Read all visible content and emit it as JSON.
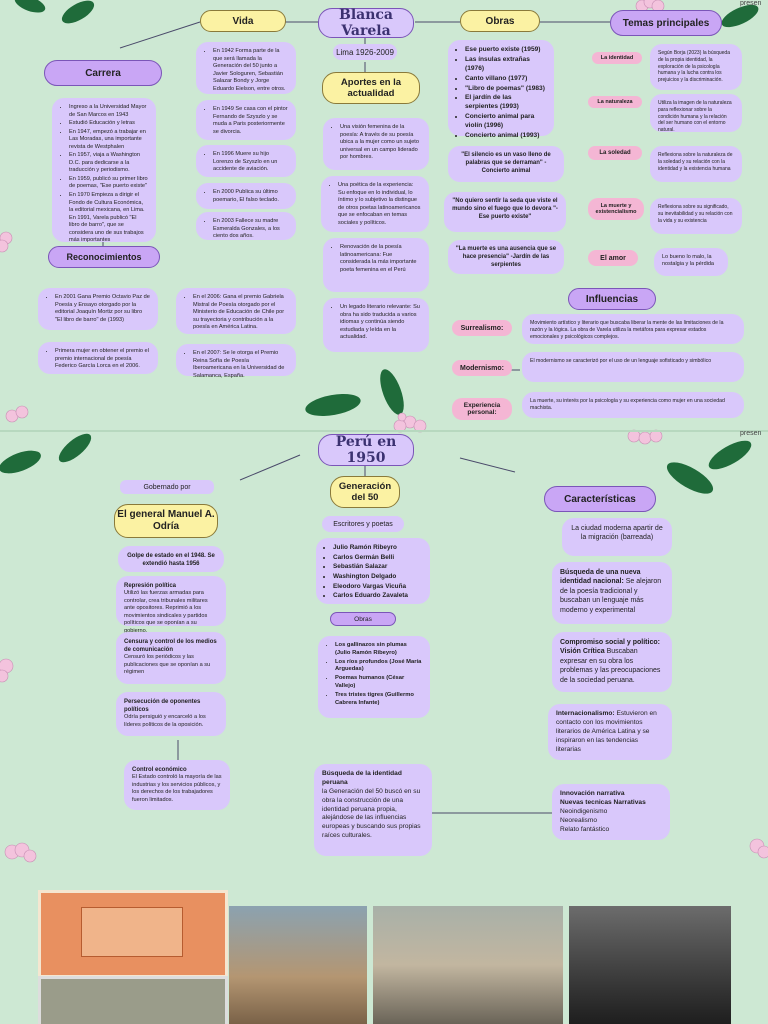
{
  "top": {
    "title": "Blanca Varela",
    "vida": "Vida",
    "obras": "Obras",
    "temas": "Temas principales",
    "carrera": "Carrera",
    "lima": "Lima 1926-2009",
    "aportes": "Aportes en la actualidad",
    "reconocimientos": "Reconocimientos",
    "influencias": "Influencias",
    "corner_text": "presen"
  },
  "carrera_items": [
    "Ingreso a la Universidad Mayor de San Marcos en 1943",
    "Estudió Educación y letras",
    "En 1947, empezó a trabajar en Las Moradas, una importante revista de Westphalen",
    "En 1957, viaja a Washington D.C. para dedicarse a la traducción y periodismo.",
    "En 1959, publicó su primer libro de poemas, \"Ese puerto existe\"",
    "En 1970 Empieza a dirigir el Fondo de Cultura Económica, la editorial mexicana, en Lima. En 1991, Varela publicó \"El libro de barro\", que se considera uno de sus trabajos más importantes"
  ],
  "vida_items": [
    "En 1942 Forma parte de la que será llamada la Generación del 50 junto a Javier Sologuren, Sebastián Salazar Bondy y Jorge Eduardo Eielson, entre otros.",
    "En 1949 Se casa con el pintor Fernando de Szyszlo y se muda a Paris posteriormente se divorcia.",
    "En 1996 Muere su hijo Lorenzo de Szyszlo en un accidente de aviación.",
    "En 2000 Publica su último poemario, El falso teclado.",
    "En 2003 Fallece su madre Esmeralda Gonzales, a los ciento dos años."
  ],
  "obras_items": [
    "Ese puerto existe (1959)",
    "Las ínsulas extrañas (1976)",
    "Canto villano (1977)",
    "\"Libro de poemas\" (1983)",
    "El jardín de las serpientes (1993)",
    "Concierto animal para violín (1996)",
    "Concierto animal (1993)"
  ],
  "quotes": [
    "\"El silencio es un vaso lleno de palabras que se derraman\" -Concierto animal",
    "\"No quiero sentir la seda que viste el mundo sino el fuego que lo devora \"-Ese puerto existe\"",
    "\"La muerte es una ausencia que se hace presencia\" -Jardín de las serpientes"
  ],
  "aportes_items": [
    "Una visión femenina de la poesía: A través de su poesía ubica a la mujer como un sujeto universal en un campo liderado por hombres.",
    "Una poética de la experiencia: Su enfoque en lo individual, lo íntimo y lo subjetivo la distingue de otros poetas latinoamericanos que se enfocaban en temas sociales y políticos.",
    "Renovación de la poesía latinoamericana: Fue considerada la más importante poeta femenina en el Perú",
    "Un legado literario relevante: Su obra ha sido traducida a varios idiomas y continúa siendo estudiada y leída en la actualidad."
  ],
  "reconocimientos_items": [
    "En 2001 Gana Premio Octavio Paz de Poesía y Ensayo otorgado por la editorial Joaquín Mortiz por su libro \"El libro de barro\" de (1993)",
    "Primera mujer en obtener el premio el premio internacional de poesía Federico García Lorca en el 2006.",
    "En el 2006: Gana el premio Gabriela Mistral de Poesía otorgado por el Ministerio de Educación de Chile por su trayectoria y contribución a la poesía en América Latina.",
    "En el 2007: Se le otorga el Premio Reina Sofía de Poesía Iberoamericana en la Universidad de Salamanca, España."
  ],
  "temas": [
    {
      "label": "La identidad",
      "desc": "Según Borja (2023) la búsqueda de la propia identidad, la exploración de la psicología humana y la lucha contra los prejuicios y la discriminación."
    },
    {
      "label": "La naturaleza",
      "desc": "Utiliza la imagen de la naturaleza para reflexionar sobre la condición humana y la relación del ser humano con el entorno natural."
    },
    {
      "label": "La soledad",
      "desc": "Reflexiona sobre la naturaleza de la soledad y su relación con la identidad y la existencia humana"
    },
    {
      "label": "La muerte y existencialismo",
      "desc": "Reflexiona sobre su significado, su inevitabilidad y su relación con la vida y su existencia"
    },
    {
      "label": "El amor",
      "desc": "Lo bueno lo malo, la nostalgia y la pérdida"
    }
  ],
  "influencias": [
    {
      "label": "Surrealismo:",
      "desc": "Movimiento artístico y literario que buscaba liberar la mente de las limitaciones de la razón y la lógica. La obra de Varela utiliza la metáfora para expresar estados emocionales y psicológicos complejos."
    },
    {
      "label": "Modernismo:",
      "desc": "El modernismo se caracterizó por el uso de un lenguaje sofisticado y simbólico"
    },
    {
      "label": "Experiencia personal:",
      "desc": "La muerte, su interés por la psicología y su experiencia como mujer en una sociedad machista."
    }
  ],
  "bottom": {
    "title": "Perú en 1950",
    "gobernado": "Gobernado por",
    "general": "El general Manuel A. Odría",
    "golpe": "Golpe de estado en el 1948. Se extendió hasta 1956",
    "generacion": "Generación del 50",
    "escritores": "Escritores y poetas",
    "obras": "Obras",
    "caracteristicas": "Características",
    "ciudad": "La ciudad moderna apartir de la migración (barreada)"
  },
  "odria_items": [
    {
      "title": "Represión política",
      "text": "Utilizó las fuerzas armadas para controlar, crea tribunales militares ante opositores. Reprimió a los movimientos sindicales y partidos políticos que se oponían a su gobierno."
    },
    {
      "title": "Censura y control de los medios de comunicación",
      "text": "Censuró los periódicos y las publicaciones que se oponían a su régimen"
    },
    {
      "title": "Persecución de oponentes políticos",
      "text": "Odría persiguió y encarceló a los líderes políticos de la oposición."
    },
    {
      "title": "Control económico",
      "text": "El Estado controló la mayoría de las industrias y los servicios públicos, y los derechos de los trabajadores fueron limitados."
    }
  ],
  "escritores_list": [
    "Julio Ramón Ribeyro",
    "Carlos Germán Belli",
    "Sebastián Salazar",
    "Washington Delgado",
    "Eleodoro Vargas Vicuña",
    "Carlos Eduardo Zavaleta"
  ],
  "obras_list": [
    "Los gallinazos sin plumas (Julio Ramón Ribeyro)",
    "Los ríos profundos (José María Arguedas)",
    "Poemas humanos (César Vallejo)",
    "Tres tristes tigres (Guillermo Cabrera Infante)"
  ],
  "busqueda_peruana": {
    "title": "Búsqueda de la identidad peruana",
    "text": "la Generación del 50 buscó en su obra la construcción de una identidad peruana propia, alejándose de las influencias europeas y buscando sus propias raíces culturales."
  },
  "caracteristicas_items": [
    {
      "title": "Búsqueda de una nueva identidad nacional:",
      "text": "Se alejaron de la poesía tradicional y buscaban un lenguaje más moderno y experimental"
    },
    {
      "title": "Compromiso social y político: Visión Crítica",
      "text": "Buscaban expresar en su obra los problemas y las preocupaciones de la sociedad peruana."
    },
    {
      "title": "Internacionalismo:",
      "text": "Estuvieron en contacto con los movimientos literarios de América Latina y se inspiraron en las tendencias literarias"
    }
  ],
  "innovacion": [
    "Innovación narrativa",
    "Nuevas tecnicas Narrativas",
    "Neoindigenismo",
    "Neorealismo",
    "Relato fantástico"
  ],
  "colors": {
    "background": "#cde8d3",
    "yellow": "#fbf2a3",
    "violet": "#c9a6f5",
    "lilac": "#d9c8fb",
    "pink": "#f4b6d4",
    "leaf": "#1f6b3a"
  }
}
